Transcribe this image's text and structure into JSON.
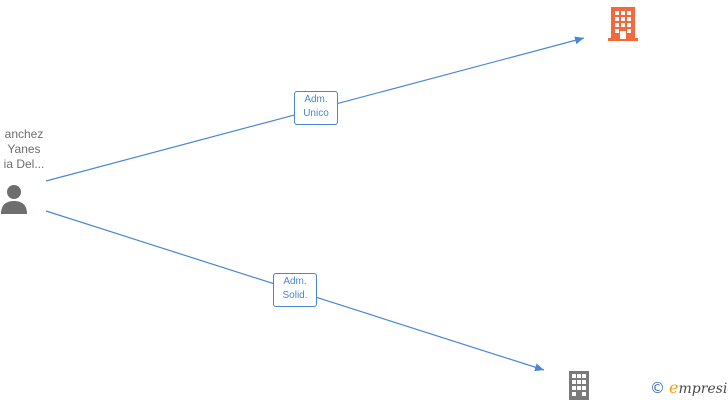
{
  "person": {
    "name_lines": [
      "anchez",
      "Yanes",
      "ia Del..."
    ],
    "icon": "person-icon"
  },
  "edges": [
    {
      "label_lines": [
        "Adm.",
        "Unico"
      ],
      "target": "company-main"
    },
    {
      "label_lines": [
        "Adm.",
        "Solid."
      ],
      "target": "company-secondary"
    }
  ],
  "companies": {
    "main": {
      "icon": "building-icon",
      "color": "#f4693b"
    },
    "secondary": {
      "icon": "building-icon",
      "color": "#7a7a7a"
    }
  },
  "watermark": {
    "copyright_symbol": "©",
    "brand_initial": "e",
    "brand_rest": "mpresia"
  },
  "colors": {
    "edge": "#4a86d4",
    "person": "#6e6e6e"
  }
}
